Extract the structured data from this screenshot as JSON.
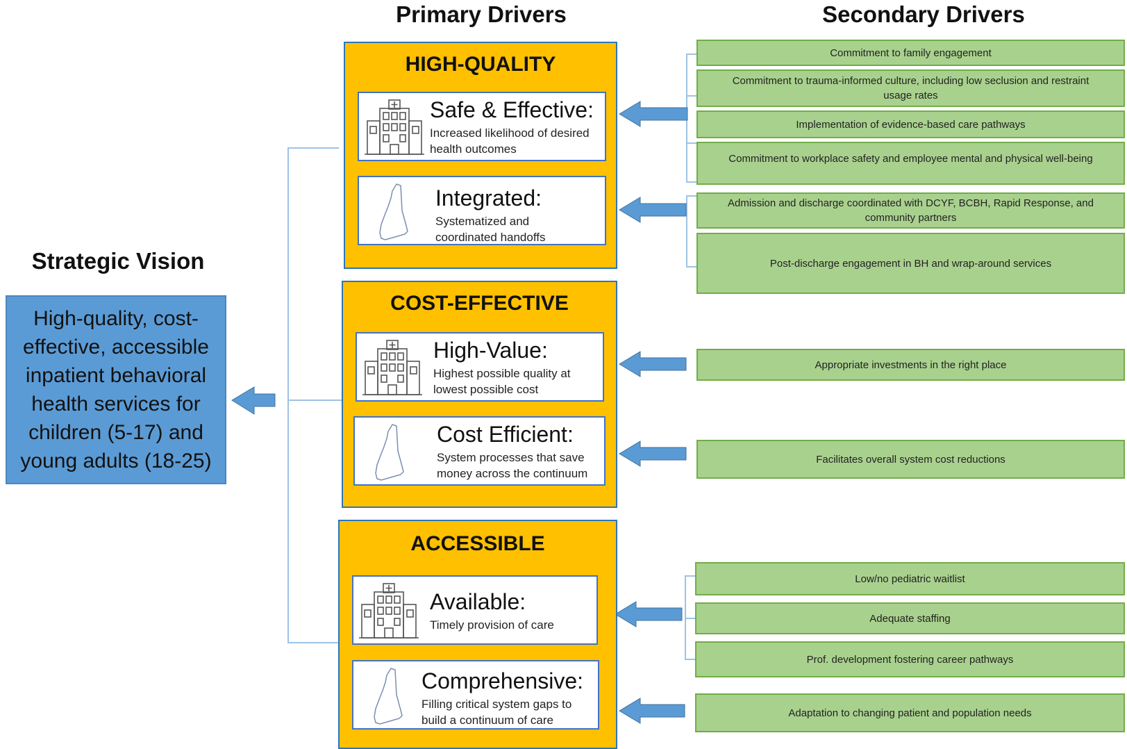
{
  "headers": {
    "primary": "Primary Drivers",
    "secondary": "Secondary Drivers",
    "strategic": "Strategic Vision"
  },
  "vision": {
    "text": "High-quality, cost-effective, accessible inpatient behavioral health services for children (5-17) and young adults (18-25)"
  },
  "groups": [
    {
      "title": "HIGH-QUALITY",
      "cards": [
        {
          "icon": "hospital-icon",
          "title": "Safe & Effective:",
          "desc": "Increased likelihood of desired health outcomes"
        },
        {
          "icon": "state-outline-icon",
          "title": "Integrated:",
          "desc": "Systematized and coordinated handoffs"
        }
      ]
    },
    {
      "title": "COST-EFFECTIVE",
      "cards": [
        {
          "icon": "hospital-icon",
          "title": "High-Value:",
          "desc": "Highest possible quality at lowest possible cost"
        },
        {
          "icon": "state-outline-icon",
          "title": "Cost Efficient:",
          "desc": "System processes that save money across the continuum"
        }
      ]
    },
    {
      "title": "ACCESSIBLE",
      "cards": [
        {
          "icon": "hospital-icon",
          "title": "Available:",
          "desc": "Timely provision of care"
        },
        {
          "icon": "state-outline-icon",
          "title": "Comprehensive:",
          "desc": "Filling critical system gaps to build a continuum of care"
        }
      ]
    }
  ],
  "secondary": [
    "Commitment to family engagement",
    "Commitment to trauma-informed culture, including low seclusion and restraint usage rates",
    "Implementation of evidence-based care pathways",
    "Commitment to workplace safety and employee mental and physical well-being",
    "Admission and discharge coordinated with DCYF, BCBH, Rapid Response, and community partners",
    "Post-discharge engagement in BH and wrap-around services",
    "Appropriate investments in the right place",
    "Facilitates overall system cost reductions",
    "Low/no pediatric waitlist",
    "Adequate staffing",
    "Prof. development fostering career pathways",
    "Adaptation to changing patient and population needs"
  ],
  "colors": {
    "vision_fill": "#5b9bd5",
    "group_fill": "#ffc000",
    "group_border": "#2e75b6",
    "secondary_fill": "#a9d18e",
    "secondary_border": "#70ad47",
    "arrow": "#5b9bd5",
    "connector": "#9dc3e6"
  }
}
